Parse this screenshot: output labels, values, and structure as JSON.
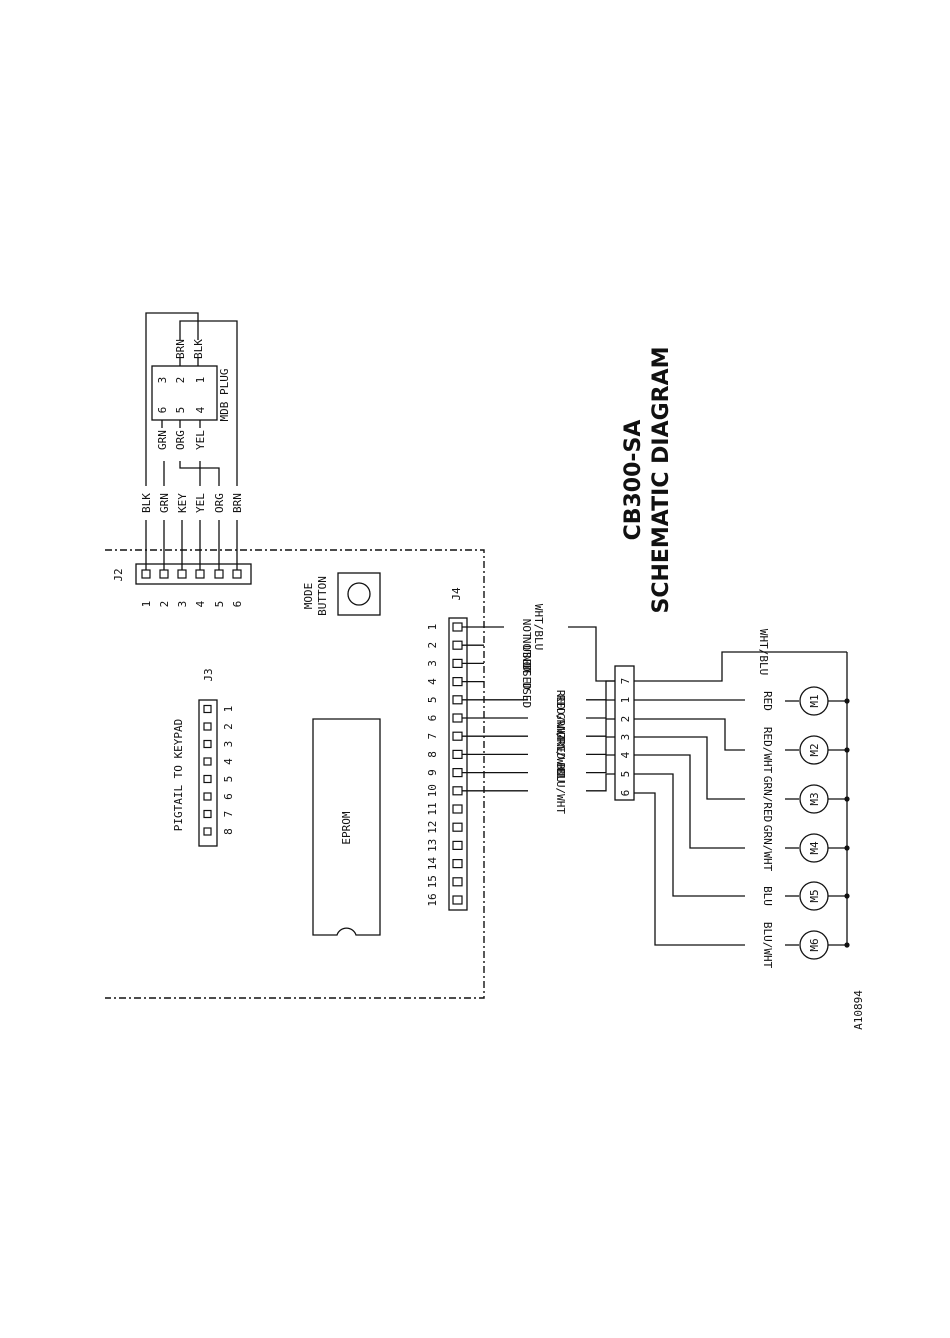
{
  "title": {
    "model": "CB300-SA",
    "subtitle": "SCHEMATIC DIAGRAM"
  },
  "figure_id": "A10894",
  "j2": {
    "label": "J2",
    "pins": [
      "1",
      "2",
      "3",
      "4",
      "5",
      "6"
    ],
    "wires": [
      "BLK",
      "GRN",
      "KEY",
      "YEL",
      "ORG",
      "BRN"
    ]
  },
  "mdb_plug": {
    "label": "MDB PLUG",
    "pins_left": [
      "6",
      "5",
      "4"
    ],
    "pins_right": [
      "3",
      "2",
      "1"
    ],
    "wires_left": [
      "GRN",
      "ORG",
      "YEL"
    ],
    "wires_right": [
      "BRN",
      "BLK"
    ]
  },
  "mode_button": {
    "line1": "MODE",
    "line2": "BUTTON"
  },
  "j3": {
    "label": "J3",
    "caption": "PIGTAIL TO KEYPAD",
    "pins": [
      "8",
      "7",
      "6",
      "5",
      "4",
      "3",
      "2",
      "1"
    ]
  },
  "eprom": {
    "label": "EPROM"
  },
  "j4": {
    "label": "J4",
    "pins": [
      "1",
      "2",
      "3",
      "4",
      "5",
      "6",
      "7",
      "8",
      "9",
      "10",
      "11",
      "12",
      "13",
      "14",
      "15",
      "16"
    ],
    "wires": [
      "WHT/BLU",
      "NOT USED",
      "NOT USED",
      "NOT USED",
      "RED",
      "RED/WHT",
      "GRN/RED",
      "GRN/WHT",
      "BLU",
      "BLU/WHT"
    ]
  },
  "motor_connector": {
    "pins": [
      "7",
      "1",
      "2",
      "3",
      "4",
      "5",
      "6"
    ]
  },
  "motors": [
    {
      "name": "M1",
      "wire": "RED"
    },
    {
      "name": "M2",
      "wire": "RED/WHT"
    },
    {
      "name": "M3",
      "wire": "GRN/RED"
    },
    {
      "name": "M4",
      "wire": "GRN/WHT"
    },
    {
      "name": "M5",
      "wire": "BLU"
    },
    {
      "name": "M6",
      "wire": "BLU/WHT"
    }
  ],
  "common_wire": "WHT/BLU"
}
